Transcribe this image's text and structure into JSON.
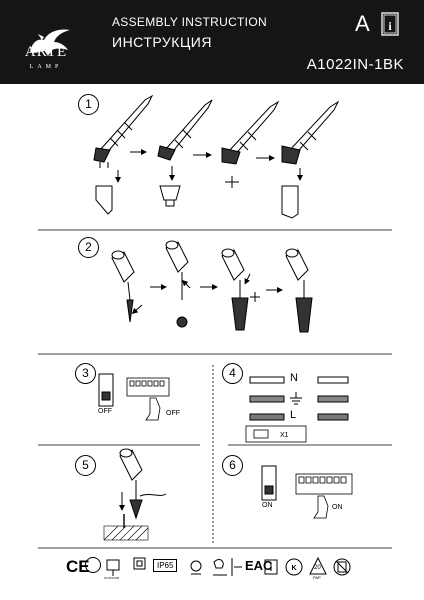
{
  "header": {
    "brand": "ARTE",
    "brand_sub": "LAMP",
    "title_en": "ASSEMBLY INSTRUCTION",
    "title_ru": "ИНСТРУКЦИЯ",
    "model": "A1022IN-1BK",
    "size_letter": "A"
  },
  "steps": [
    {
      "number": "1"
    },
    {
      "number": "2"
    },
    {
      "number": "3",
      "switch_label": "OFF",
      "hand_label": "OFF"
    },
    {
      "number": "4",
      "wires": [
        "N",
        "L"
      ],
      "quantity": "X1"
    },
    {
      "number": "5"
    },
    {
      "number": "6",
      "switch_label": "ON",
      "hand_label": "ON"
    }
  ],
  "footer": {
    "ip_rating": "IP65",
    "outdoor_label": "OUTDOOR",
    "pap_number": "20",
    "pap_label": "PAP"
  }
}
